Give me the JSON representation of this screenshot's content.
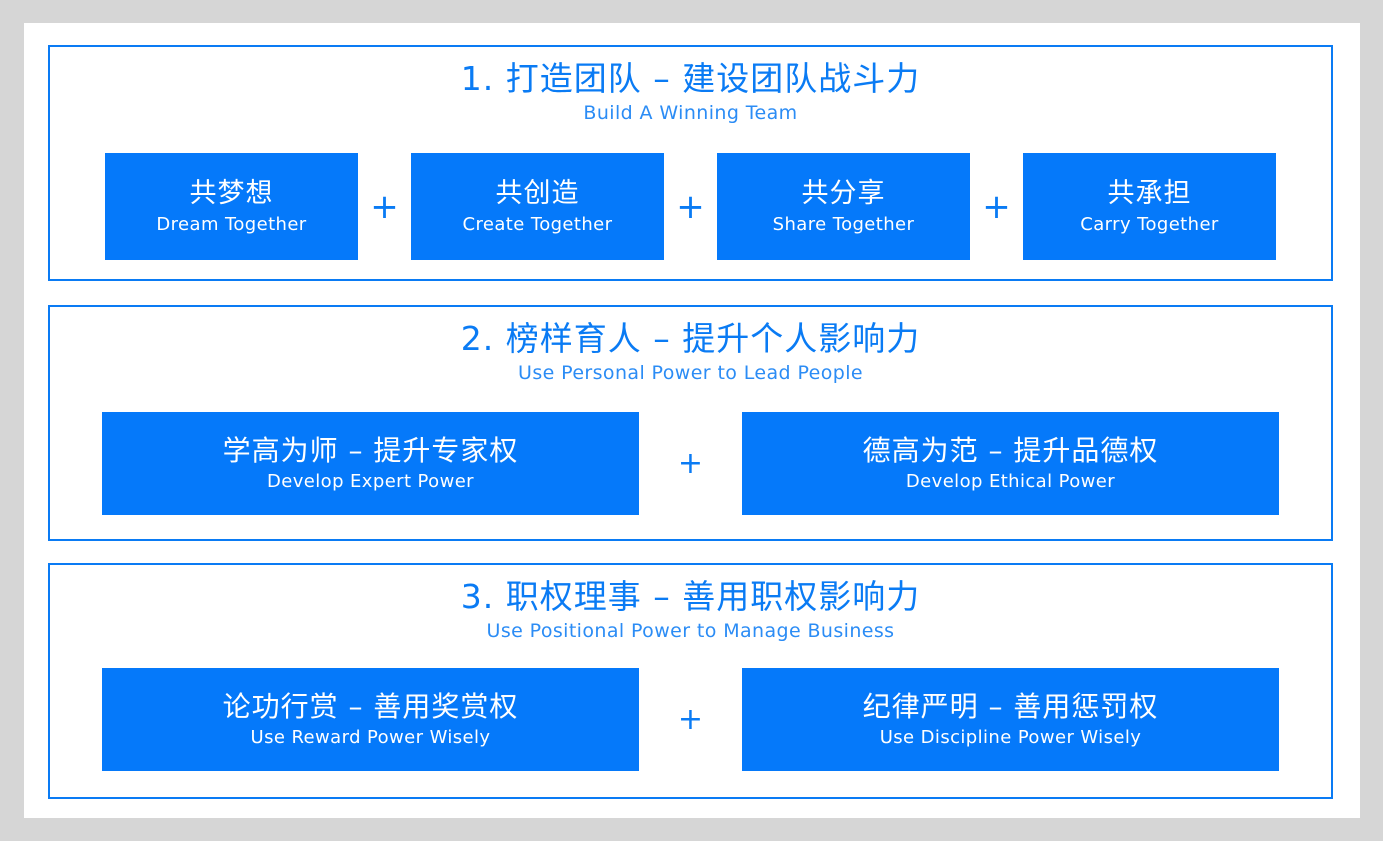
{
  "slide": {
    "background_color": "#ffffff",
    "page_background_color": "#d6d6d6",
    "accent_color": "#0a7bf4",
    "box_color": "#0579fa",
    "separator_symbol": "+"
  },
  "panels": [
    {
      "title_cn": "1. 打造团队 – 建设团队战斗力",
      "title_en": "Build A Winning Team",
      "boxes": [
        {
          "cn": "共梦想",
          "en": "Dream Together"
        },
        {
          "cn": "共创造",
          "en": "Create Together"
        },
        {
          "cn": "共分享",
          "en": "Share Together"
        },
        {
          "cn": "共承担",
          "en": "Carry Together"
        }
      ]
    },
    {
      "title_cn": "2. 榜样育人 – 提升个人影响力",
      "title_en": "Use Personal Power to Lead People",
      "boxes": [
        {
          "cn": "学高为师 – 提升专家权",
          "en": "Develop Expert Power"
        },
        {
          "cn": "德高为范 – 提升品德权",
          "en": "Develop Ethical Power"
        }
      ]
    },
    {
      "title_cn": "3. 职权理事 – 善用职权影响力",
      "title_en": "Use Positional Power to Manage Business",
      "boxes": [
        {
          "cn": "论功行赏 – 善用奖赏权",
          "en": "Use Reward Power Wisely"
        },
        {
          "cn": "纪律严明 – 善用惩罚权",
          "en": "Use Discipline Power Wisely"
        }
      ]
    }
  ]
}
